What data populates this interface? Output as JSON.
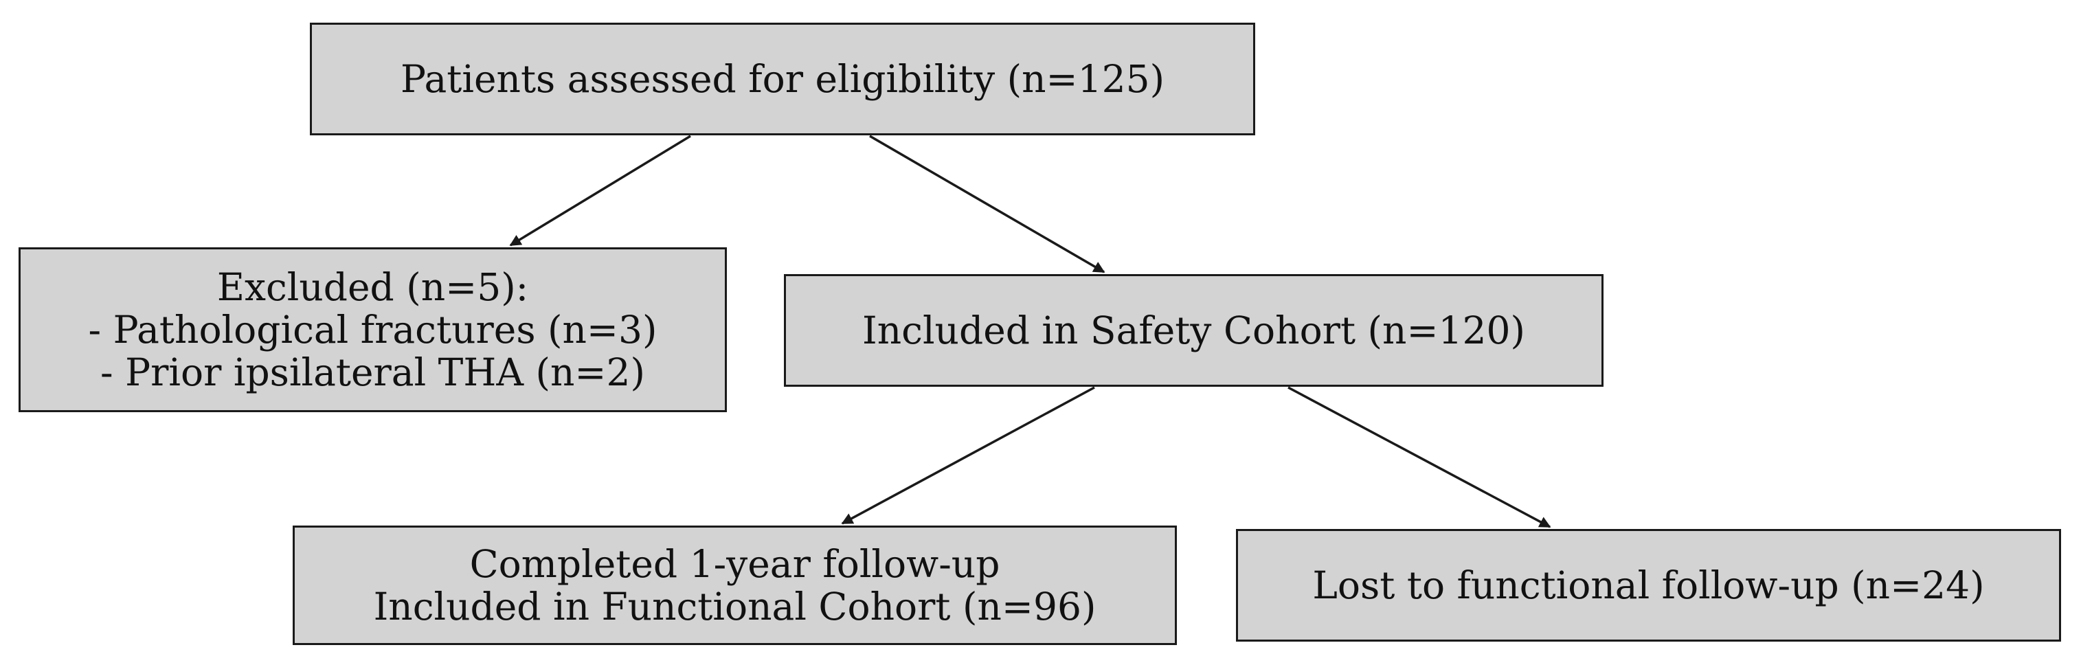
{
  "nodes": {
    "assessed": {
      "lines": [
        "Patients assessed for eligibility (n=125)"
      ]
    },
    "excluded": {
      "lines": [
        "Excluded (n=5):",
        "- Pathological fractures (n=3)",
        "- Prior ipsilateral THA (n=2)"
      ]
    },
    "safety": {
      "lines": [
        "Included in Safety Cohort (n=120)"
      ]
    },
    "completed": {
      "lines": [
        "Completed 1-year follow-up",
        "Included in Functional Cohort (n=96)"
      ]
    },
    "lost": {
      "lines": [
        "Lost to functional follow-up (n=24)"
      ]
    }
  },
  "edges": [
    {
      "from": "assessed",
      "to": "excluded"
    },
    {
      "from": "assessed",
      "to": "safety"
    },
    {
      "from": "safety",
      "to": "completed"
    },
    {
      "from": "safety",
      "to": "lost"
    }
  ],
  "colors": {
    "box_fill": "#d3d3d3",
    "box_border": "#1a1a1a",
    "edge": "#1a1a1a",
    "text": "#111111"
  }
}
